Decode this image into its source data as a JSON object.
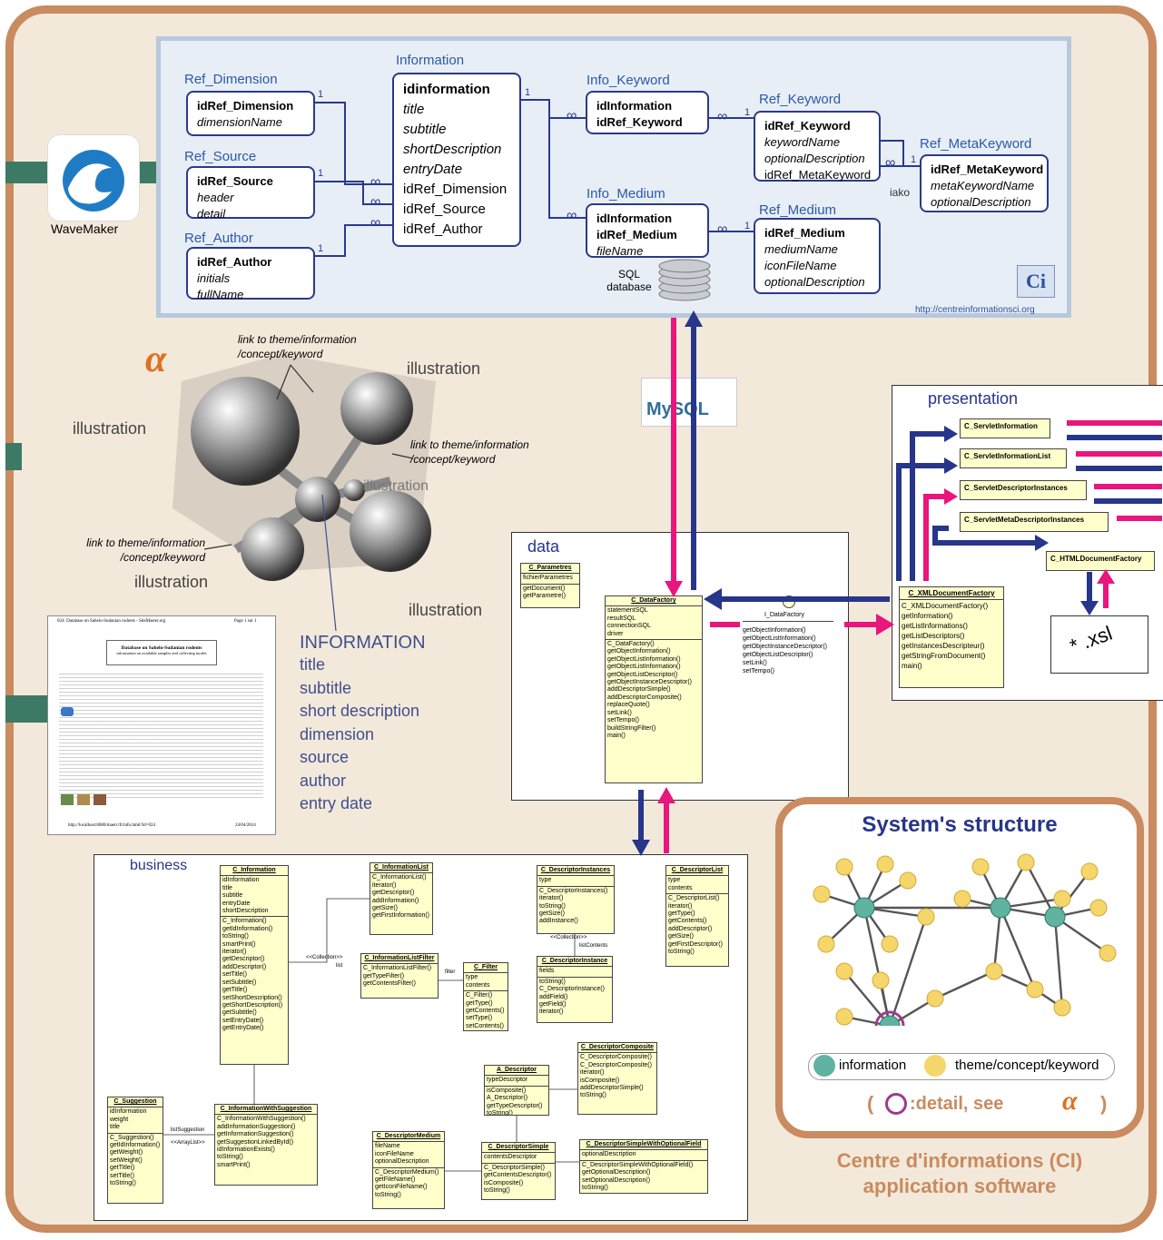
{
  "er": {
    "ref_dimension": {
      "title": "Ref_Dimension",
      "fields": [
        {
          "t": "idRef_Dimension",
          "s": "b"
        },
        {
          "t": "dimensionName",
          "s": "i"
        }
      ]
    },
    "ref_source": {
      "title": "Ref_Source",
      "fields": [
        {
          "t": "idRef_Source",
          "s": "b"
        },
        {
          "t": "header",
          "s": "i"
        },
        {
          "t": "detail",
          "s": "i"
        }
      ]
    },
    "ref_author": {
      "title": "Ref_Author",
      "fields": [
        {
          "t": "idRef_Author",
          "s": "b"
        },
        {
          "t": "initials",
          "s": "i"
        },
        {
          "t": "fullName",
          "s": "i"
        }
      ]
    },
    "information": {
      "title": "Information",
      "fields": [
        {
          "t": "idinformation",
          "s": "b"
        },
        {
          "t": "title",
          "s": "i"
        },
        {
          "t": "subtitle",
          "s": "i"
        },
        {
          "t": "shortDescription",
          "s": "i"
        },
        {
          "t": "entryDate",
          "s": "i"
        },
        {
          "t": "idRef_Dimension",
          "s": ""
        },
        {
          "t": "idRef_Source",
          "s": ""
        },
        {
          "t": "idRef_Author",
          "s": ""
        }
      ]
    },
    "info_keyword": {
      "title": "Info_Keyword",
      "fields": [
        {
          "t": "idInformation",
          "s": "b"
        },
        {
          "t": "idRef_Keyword",
          "s": "b"
        }
      ]
    },
    "info_medium": {
      "title": "Info_Medium",
      "fields": [
        {
          "t": "idInformation",
          "s": "b"
        },
        {
          "t": "idRef_Medium",
          "s": "b"
        },
        {
          "t": "fileName",
          "s": "i"
        }
      ]
    },
    "ref_keyword": {
      "title": "Ref_Keyword",
      "fields": [
        {
          "t": "idRef_Keyword",
          "s": "b"
        },
        {
          "t": "keywordName",
          "s": "i"
        },
        {
          "t": "optionalDescription",
          "s": "i"
        },
        {
          "t": "idRef_MetaKeyword",
          "s": ""
        }
      ]
    },
    "ref_metakeyword": {
      "title": "Ref_MetaKeyword",
      "fields": [
        {
          "t": "idRef_MetaKeyword",
          "s": "b"
        },
        {
          "t": "metaKeywordName",
          "s": "i"
        },
        {
          "t": "optionalDescription",
          "s": "i"
        }
      ]
    },
    "ref_medium": {
      "title": "Ref_Medium",
      "fields": [
        {
          "t": "idRef_Medium",
          "s": "b"
        },
        {
          "t": "mediumName",
          "s": "i"
        },
        {
          "t": "iconFileName",
          "s": "i"
        },
        {
          "t": "optionalDescription",
          "s": "i"
        }
      ]
    },
    "sql_label": "SQL database",
    "iako": "iako",
    "url": "http://centreinformationsci.org",
    "ci_logo": "Ci",
    "one": "1",
    "inf": "∞"
  },
  "wavemaker": "WaveMaker",
  "mysql": "MySQL",
  "alpha": "α",
  "molecule": {
    "illustration": "illustration",
    "link_lines": [
      "link to theme/information",
      "/concept/keyword"
    ],
    "info_title": "INFORMATION",
    "info_items": [
      "title",
      "subtitle",
      "short description",
      "dimension",
      "source",
      "author",
      "entry date"
    ]
  },
  "webpage": {
    "header_left": "024: Database on Sahelo-Sudanian rodents - SiteMaster.org",
    "header_right": "Page 1 sur 1",
    "box_title": "Database on Sahelo-Sudanian rodents",
    "box_sub": "information on available samples and collecting modes",
    "footer_left": "http://localhost:8080/maerc/fr/info.html?id=024",
    "footer_right": "24/04/2014"
  },
  "data_panel": {
    "tab": "data",
    "parametres": {
      "title": "C_Parametres",
      "attrs": [
        "fichierParametres"
      ],
      "ops": [
        "getDocument()",
        "getParametre()"
      ]
    },
    "datafactory": {
      "title": "C_DataFactory",
      "attrs": [
        "statementSQL",
        "resultSQL",
        "connectionSQL",
        "driver"
      ],
      "ops": [
        "C_DataFactory()",
        "getObjectInformation()",
        "getObjectListInformation()",
        "getObjectListInformation()",
        "getObjectListDescriptor()",
        "getObjectInstanceDescriptor()",
        "addDescriptorSimple()",
        "addDescriptorComposite()",
        "replaceQuote()",
        "setLink()",
        "setTempo()",
        "buildStringFilter()",
        "main()"
      ]
    },
    "interface_name": "I_DataFactory",
    "interface_ops": [
      "getObjectInformation()",
      "getObjectListInformation()",
      "getObjectInstanceDescriptor()",
      "getObjectListDescriptor()",
      "setLink()",
      "setTempo()"
    ]
  },
  "presentation": {
    "tab": "presentation",
    "servlets": [
      "C_ServletInformation",
      "C_ServletInformationList",
      "C_ServletDescriptorInstances",
      "C_ServletMetaDescriptorInstances"
    ],
    "html_factory": "C_HTMLDocumentFactory",
    "xml_factory": {
      "title": "C_XMLDocumentFactory",
      "ops": [
        "C_XMLDocumentFactory()",
        "getInformation()",
        "getListInformations()",
        "getListDescriptors()",
        "getInstancesDescripteur()",
        "getStringFromDocument()",
        "main()"
      ]
    },
    "xsl": "* .xsl"
  },
  "business": {
    "tab": "business",
    "classes": {
      "information": {
        "title": "C_Information",
        "attrs": [
          "idInformation",
          "title",
          "subtitle",
          "entryDate",
          "shortDescription"
        ],
        "ops": [
          "C_Information()",
          "getIdInformation()",
          "toString()",
          "smartPrint()",
          "iterator()",
          "getDescriptor()",
          "addDescriptor()",
          "setTitle()",
          "setSubtitle()",
          "getTitle()",
          "setShortDescription()",
          "getShortDescription()",
          "getSubtitle()",
          "setEntryDate()",
          "getEntryDate()"
        ]
      },
      "infolist": {
        "title": "C_InformationList",
        "ops": [
          "C_InformationList()",
          "iterator()",
          "getDescriptor()",
          "addInformation()",
          "getSize()",
          "getFirstInformation()"
        ]
      },
      "infolistfilter": {
        "title": "C_InformationListFilter",
        "ops": [
          "C_InformationListFilter()",
          "getTypeFilter()",
          "getContentsFilter()"
        ]
      },
      "filter": {
        "title": "C_Filter",
        "attrs": [
          "type",
          "contents"
        ],
        "ops": [
          "C_Filter()",
          "getType()",
          "getContents()",
          "setType()",
          "setContents()"
        ]
      },
      "descinstances": {
        "title": "C_DescriptorInstances",
        "attrs": [
          "type"
        ],
        "ops": [
          "C_DescriptorInstances()",
          "iterator()",
          "toString()",
          "getSize()",
          "addInstance()"
        ]
      },
      "descinstance": {
        "title": "C_DescriptorInstance",
        "attrs": [
          "fields"
        ],
        "ops": [
          "toString()",
          "C_DescriptorInstance()",
          "addField()",
          "getField()",
          "iterator()"
        ]
      },
      "desclist": {
        "title": "C_DescriptorList",
        "attrs": [
          "type",
          "contents"
        ],
        "ops": [
          "C_DescriptorList()",
          "iterator()",
          "getType()",
          "getContents()",
          "addDescriptor()",
          "getSize()",
          "getFirstDescriptor()",
          "toString()"
        ]
      },
      "adescriptor": {
        "title": "A_Descriptor",
        "attrs": [
          "typeDescriptor"
        ],
        "ops": [
          "isComposite()",
          "A_Descriptor()",
          "getTypeDescriptor()",
          "toString()"
        ]
      },
      "desccomposite": {
        "title": "C_DescriptorComposite",
        "ops": [
          "C_DescriptorComposite()",
          "C_DescriptorComposite()",
          "iterator()",
          "isComposite()",
          "addDescriptorSimple()",
          "toString()"
        ]
      },
      "descsimple": {
        "title": "C_DescriptorSimple",
        "attrs": [
          "contentsDescriptor"
        ],
        "ops": [
          "C_DescriptorSimple()",
          "getContentsDescriptor()",
          "isComposite()",
          "toString()"
        ]
      },
      "descsimpleopt": {
        "title": "C_DescriptorSimpleWithOptionalField",
        "attrs": [
          "optionalDescription"
        ],
        "ops": [
          "C_DescriptorSimpleWithOptionalField()",
          "getOptionalDescription()",
          "setOptionalDescription()",
          "toString()"
        ]
      },
      "descmedium": {
        "title": "C_DescriptorMedium",
        "attrs": [
          "fileName",
          "iconFileName",
          "optionalDescription"
        ],
        "ops": [
          "C_DescriptorMedium()",
          "getFileName()",
          "getIconFileName()",
          "toString()"
        ]
      },
      "suggestion": {
        "title": "C_Suggestion",
        "attrs": [
          "idInformation",
          "weight",
          "title"
        ],
        "ops": [
          "C_Suggestion()",
          "getIdInformation()",
          "getWeight()",
          "setWeight()",
          "getTitle()",
          "setTitle()",
          "toString()"
        ]
      },
      "infowithsugg": {
        "title": "C_InformationWithSuggestion",
        "ops": [
          "C_InformationWithSuggestion()",
          "addInformationSuggestion()",
          "getInformationSuggestion()",
          "getSuggestionLinkedById()",
          "idInformationExists()",
          "toString()",
          "smartPrint()"
        ]
      }
    },
    "labels": {
      "collection": "<<Collection>>",
      "list": "list",
      "filter": "filter",
      "collection2": "<<Collection>>",
      "listContents": "listContents",
      "listSuggestion": "listSuggestion",
      "arraylist": "<<ArrayList>>"
    }
  },
  "structure": {
    "title": "System's structure",
    "legend_info": "information",
    "legend_theme": "theme/concept/keyword",
    "detail_open": "(",
    "detail_text": ":detail, see",
    "detail_close": ")"
  },
  "footer": {
    "line1": "Centre d'informations (CI)",
    "line2": "application software"
  },
  "colors": {
    "accent": "#e8167d",
    "navy": "#27358a",
    "frame": "#c98b5f",
    "bg": "#f3e9da",
    "teal": "#3d7a66"
  }
}
